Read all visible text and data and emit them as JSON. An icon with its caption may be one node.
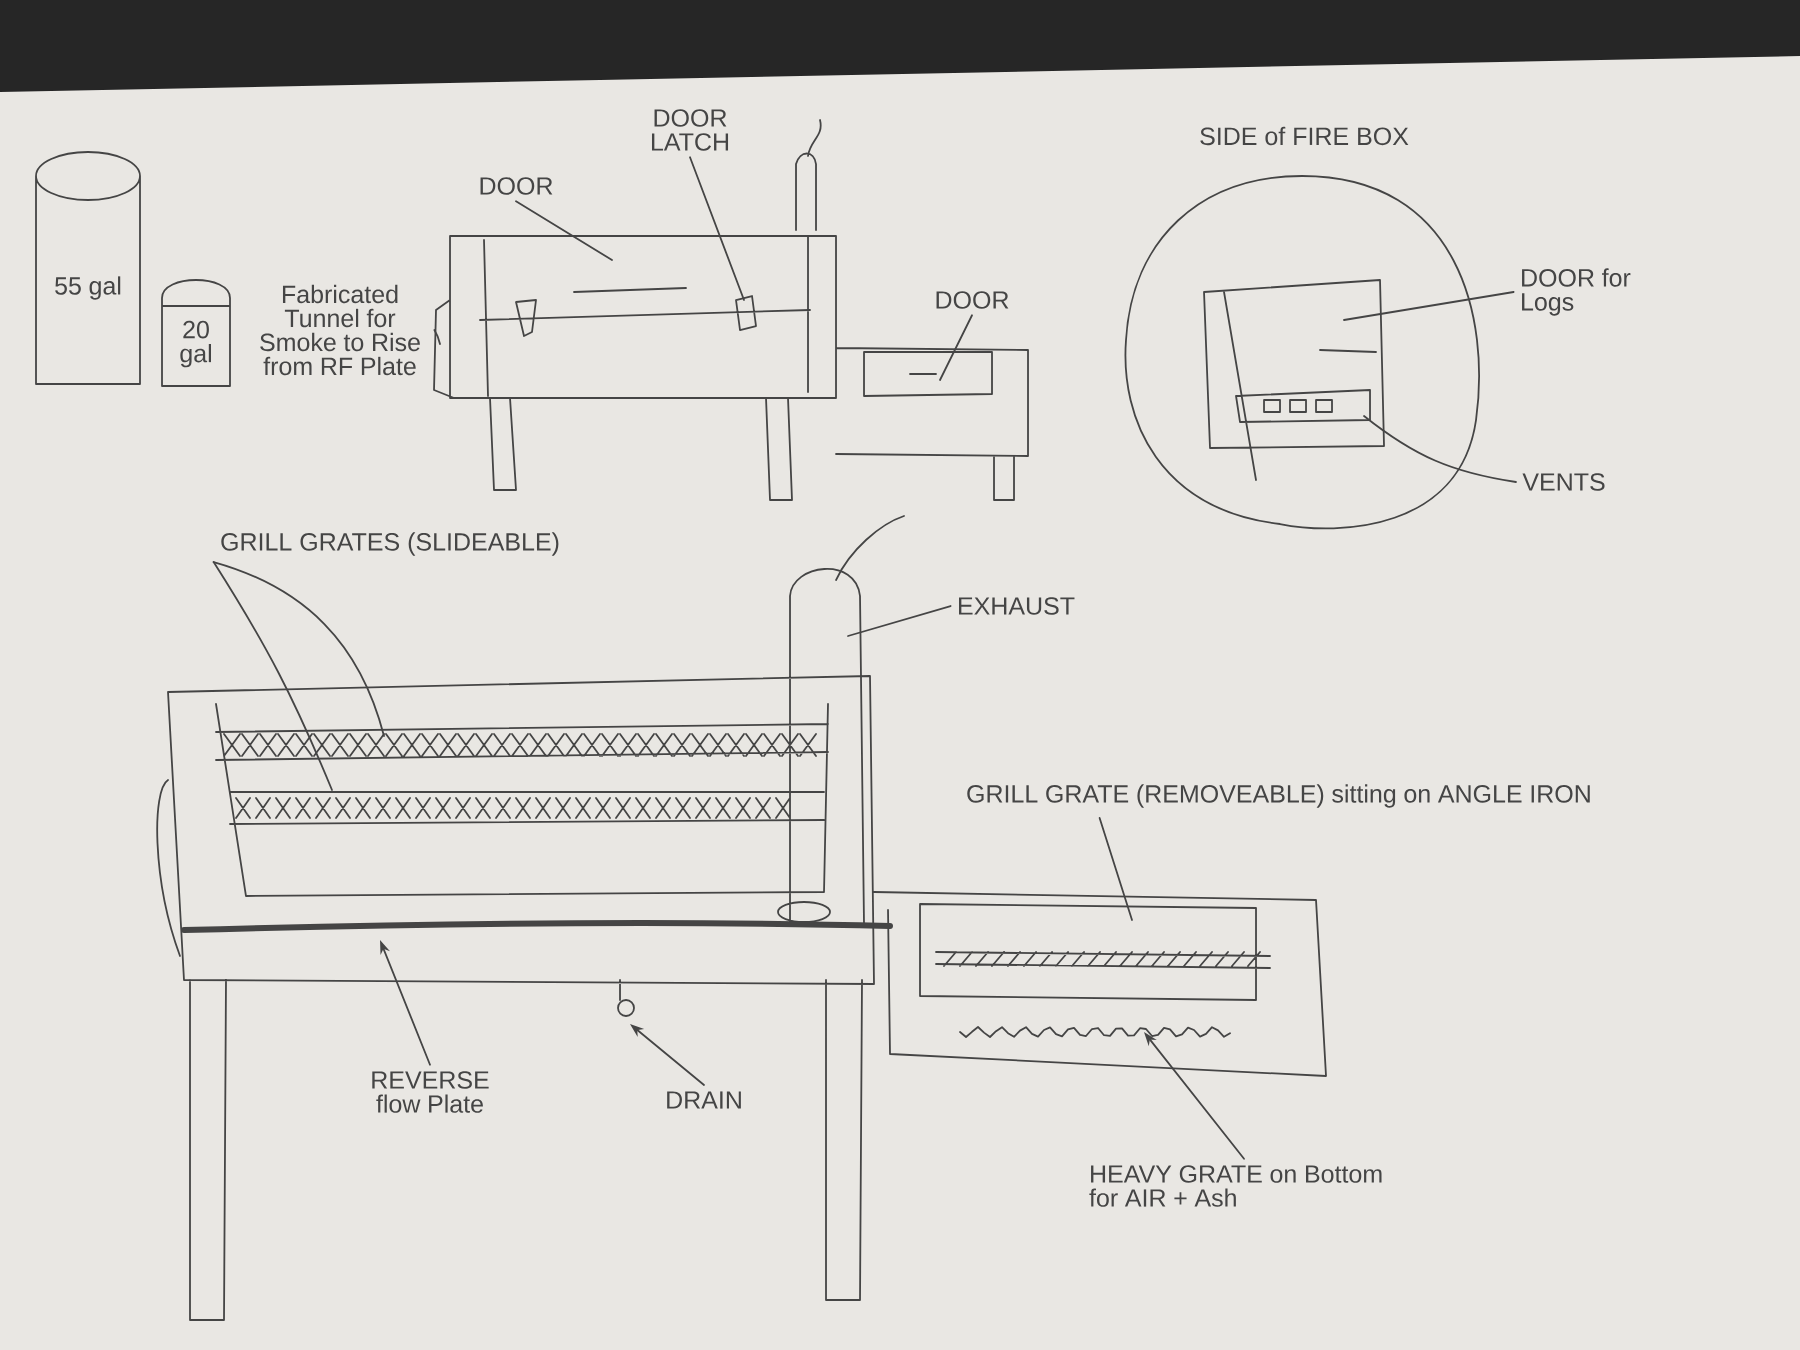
{
  "diagram": {
    "nodes": [
      {
        "text": [
          "55 gal"
        ]
      },
      {
        "text": [
          "20 gal"
        ]
      },
      {
        "text": [
          "Fabricated Tunnel for Smoke to Rise from RF Plate"
        ]
      },
      {
        "text": [
          "DOOR"
        ]
      },
      {
        "text": [
          "DOOR LATCH"
        ]
      },
      {
        "text": [
          "DOOR"
        ]
      },
      {
        "text": [
          "DOOR for Logs"
        ]
      },
      {
        "text": [
          "VENTS"
        ]
      },
      {
        "text": [
          "GRILL GRATES (SLIDEABLE)"
        ]
      },
      {
        "text": [
          "EXHAUST"
        ]
      },
      {
        "text": [
          "GRILL GRATE (REMOVEABLE) sitting on ANGLE IRON"
        ]
      },
      {
        "text": [
          "REVERSE flow Plate"
        ]
      },
      {
        "text": [
          "DRAIN"
        ]
      },
      {
        "text": [
          "HEAVY GRATE on Bottom for AIR + Ash"
        ]
      }
    ],
    "edges": [
      {
        "from": 2,
        "to": null,
        "arrow": "none"
      },
      {
        "from": 3,
        "to": null,
        "arrow": "none"
      },
      {
        "from": 4,
        "to": null,
        "arrow": "none"
      },
      {
        "from": 5,
        "to": null,
        "arrow": "none"
      },
      {
        "from": 6,
        "to": null,
        "arrow": "none"
      },
      {
        "from": 7,
        "to": null,
        "arrow": "none"
      },
      {
        "from": 8,
        "to": null,
        "arrow": "none"
      },
      {
        "from": 8,
        "to": null,
        "arrow": "none"
      },
      {
        "from": 9,
        "to": null,
        "arrow": "none"
      },
      {
        "from": 10,
        "to": null,
        "arrow": "none"
      },
      {
        "from": 11,
        "to": null,
        "arrow": "to"
      },
      {
        "from": 12,
        "to": null,
        "arrow": "to"
      },
      {
        "from": 13,
        "to": null,
        "arrow": "to"
      }
    ],
    "labels": [
      "SIDE of FIRE BOX"
    ]
  }
}
